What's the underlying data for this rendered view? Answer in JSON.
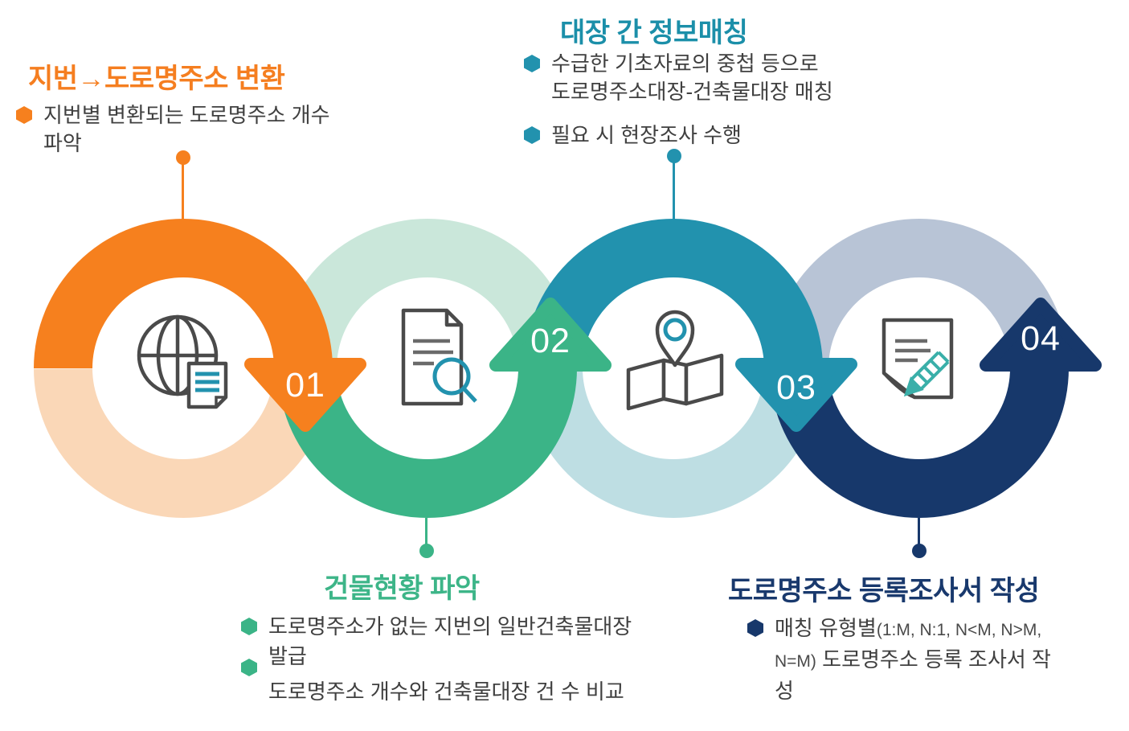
{
  "diagram": {
    "steps": [
      {
        "number": "01",
        "icon": "globe-document-icon",
        "color": "#F6801E",
        "light_color": "#FAD7B7",
        "arrow_direction": "down"
      },
      {
        "number": "02",
        "icon": "document-search-icon",
        "color": "#3BB487",
        "light_color": "#CAE7DA",
        "arrow_direction": "up"
      },
      {
        "number": "03",
        "icon": "map-pin-icon",
        "color": "#2292AE",
        "light_color": "#BEDEE3",
        "arrow_direction": "down"
      },
      {
        "number": "04",
        "icon": "document-pencil-icon",
        "color": "#17386B",
        "light_color": "#B8C4D6",
        "arrow_direction": "up"
      }
    ],
    "sections": [
      {
        "title": "지번→도로명주소 변환",
        "title_color": "#F57E20",
        "bullets": [
          "지번별 변환되는 도로명주소 개수 파악"
        ]
      },
      {
        "title": "건물현황 파악",
        "title_color": "#3DB588",
        "bullets": [
          "도로명주소가 없는 지번의 일반건축물대장",
          "발급",
          "도로명주소 개수와 건축물대장 건 수  비교"
        ]
      },
      {
        "title": "대장 간 정보매칭",
        "title_color": "#1B8FA9",
        "bullets": [
          "수급한 기초자료의 중첩 등으로 도로명주소대장-건축물대장 매칭",
          "필요 시 현장조사 수행"
        ]
      },
      {
        "title": "도로명주소 등록조사서 작성",
        "title_color": "#19396D",
        "bullet_lines": [
          {
            "big": "매칭 유형별",
            "small": "(1:M, N:1, N<M, N>M,"
          },
          {
            "small": "N=M)",
            "big": " 도로명주소 등록 조사서 작"
          },
          {
            "big": "성"
          }
        ]
      }
    ],
    "colors": {
      "body_text": "#404040",
      "number_text": "#FFFFFF",
      "icon_outline": "#4A4A4A",
      "icon_accent": "#2292AE"
    }
  }
}
